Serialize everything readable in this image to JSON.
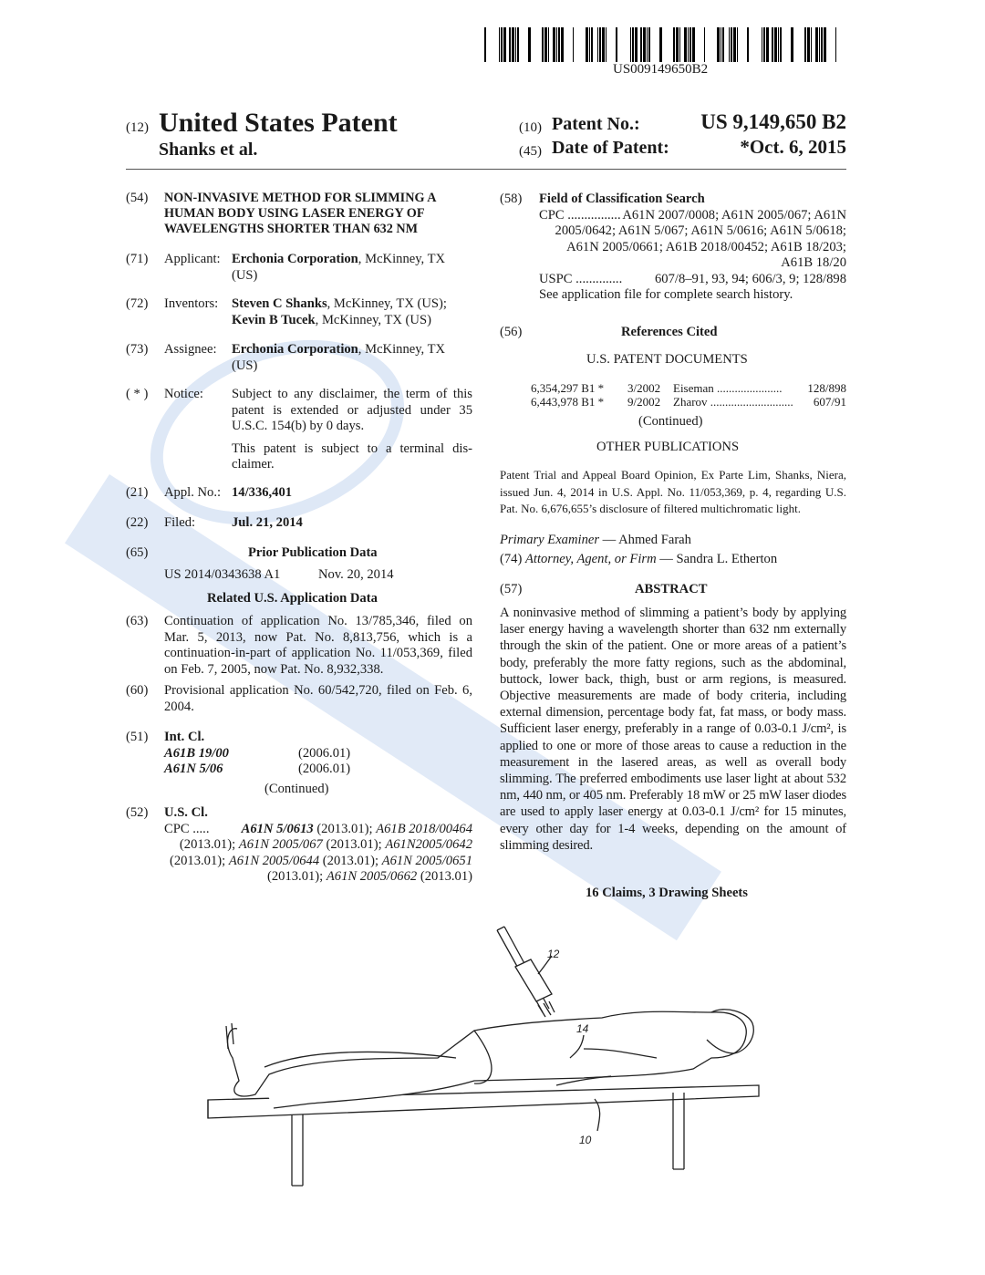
{
  "barcode_number": "US009149650B2",
  "header": {
    "code12": "(12)",
    "title": "United States Patent",
    "inventors_short": "Shanks et al.",
    "code10": "(10)",
    "patent_no_label": "Patent No.:",
    "patent_no": "US 9,149,650 B2",
    "code45": "(45)",
    "date_label": "Date of Patent:",
    "date": "*Oct. 6, 2015"
  },
  "left": {
    "s54": {
      "code": "(54)",
      "text": "NON-INVASIVE METHOD FOR SLIMMING A HUMAN BODY USING LASER ENERGY OF WAVELENGTHS SHORTER THAN 632 NM"
    },
    "s71": {
      "code": "(71)",
      "label": "Applicant:",
      "name": "Erchonia Corporation",
      "rest": ", McKinney, TX (US)"
    },
    "s72": {
      "code": "(72)",
      "label": "Inventors:",
      "name1": "Steven C Shanks",
      "rest1": ", McKinney, TX (US);",
      "name2": "Kevin B Tucek",
      "rest2": ", McKinney, TX (US)"
    },
    "s73": {
      "code": "(73)",
      "label": "Assignee:",
      "name": "Erchonia Corporation",
      "rest": ", McKinney, TX (US)"
    },
    "notice": {
      "code": "( * )",
      "label": "Notice:",
      "text1": "Subject to any disclaimer, the term of this patent is extended or adjusted under 35 U.S.C. 154(b) by 0 days.",
      "text2": "This patent is subject to a terminal dis-claimer."
    },
    "s21": {
      "code": "(21)",
      "label": "Appl. No.:",
      "value": "14/336,401"
    },
    "s22": {
      "code": "(22)",
      "label": "Filed:",
      "value": "Jul. 21, 2014"
    },
    "s65": {
      "code": "(65)",
      "heading": "Prior Publication Data",
      "pub": "US 2014/0343638 A1",
      "pub_date": "Nov. 20, 2014"
    },
    "related_heading": "Related U.S. Application Data",
    "s63": {
      "code": "(63)",
      "text": "Continuation of application No. 13/785,346, filed on Mar. 5, 2013, now Pat. No. 8,813,756, which is a continuation-in-part of application No. 11/053,369, filed on Feb. 7, 2005, now Pat. No. 8,932,338."
    },
    "s60": {
      "code": "(60)",
      "text": "Provisional application No. 60/542,720, filed on Feb. 6, 2004."
    },
    "s51": {
      "code": "(51)",
      "heading": "Int. Cl.",
      "classes": [
        {
          "cls": "A61B 19/00",
          "ver": "(2006.01)"
        },
        {
          "cls": "A61N 5/06",
          "ver": "(2006.01)"
        }
      ],
      "continued": "(Continued)"
    },
    "s52": {
      "code": "(52)",
      "heading": "U.S. Cl.",
      "cpc_label": "CPC .....",
      "main": "A61N 5/0613",
      "t1": " (2013.01); ",
      "c2": "A61B 2018/00464",
      "t2": " (2013.01); ",
      "c3": "A61N 2005/067",
      "t3": " (2013.01); ",
      "c4": "A61N2005/0642",
      "t4": " (2013.01); ",
      "c5": "A61N 2005/0644",
      "t5": " (2013.01); ",
      "c6": "A61N 2005/0651",
      "t6": " (2013.01); ",
      "c7": "A61N 2005/0662",
      "t7": " (2013.01)"
    }
  },
  "right": {
    "s58": {
      "code": "(58)",
      "heading": "Field of Classification Search",
      "cpc_label": "CPC ................",
      "cpc": "A61N 2007/0008; A61N 2005/067; A61N 2005/0642; A61N 5/067; A61N 5/0616; A61N 5/0618; A61N 2005/0661; A61B 2018/00452; A61B 18/203; A61B 18/20",
      "uspc_label": "USPC ..............",
      "uspc": "607/8–91, 93, 94; 606/3, 9; 128/898",
      "note": "See application file for complete search history."
    },
    "s56": {
      "code": "(56)",
      "heading": "References Cited",
      "sub": "U.S. PATENT DOCUMENTS",
      "refs": [
        {
          "no": "6,354,297",
          "kind": "B1 *",
          "date": "3/2002",
          "name": "Eiseman ......................",
          "cls": "128/898"
        },
        {
          "no": "6,443,978",
          "kind": "B1 *",
          "date": "9/2002",
          "name": "Zharov ............................",
          "cls": "607/91"
        }
      ],
      "continued": "(Continued)",
      "other_heading": "OTHER PUBLICATIONS",
      "other": "Patent Trial and Appeal Board Opinion, Ex Parte Lim, Shanks, Niera, issued Jun. 4, 2014 in U.S. Appl. No. 11/053,369, p. 4, regarding U.S. Pat. No. 6,676,655’s disclosure of filtered multichromatic light."
    },
    "examiner_label": "Primary Examiner",
    "examiner": " — Ahmed Farah",
    "s74": {
      "code": "(74)",
      "label": "Attorney, Agent, or Firm",
      "value": " — Sandra L. Etherton"
    },
    "s57": {
      "code": "(57)",
      "heading": "ABSTRACT",
      "text": "A noninvasive method of slimming a patient’s body by applying laser energy having a wavelength shorter than 632 nm externally through the skin of the patient. One or more areas of a patient’s body, preferably the more fatty regions, such as the abdominal, buttock, lower back, thigh, bust or arm regions, is measured. Objective measurements are made of body criteria, including external dimension, percentage body fat, fat mass, or body mass. Sufficient laser energy, preferably in a range of 0.03-0.1 J/cm², is applied to one or more of those areas to cause a reduction in the measurement in the lasered areas, as well as overall body slimming. The preferred embodiments use laser light at about 532 nm, 440 nm, or 405 nm. Preferably 18 mW or 25 mW laser diodes are used to apply laser energy at 0.03-0.1 J/cm² for 15 minutes, every other day for 1-4 weeks, depending on the amount of slimming desired."
    },
    "claims": "16 Claims, 3 Drawing Sheets"
  },
  "figure": {
    "labels": {
      "device": "12",
      "body": "14",
      "table": "10"
    }
  }
}
